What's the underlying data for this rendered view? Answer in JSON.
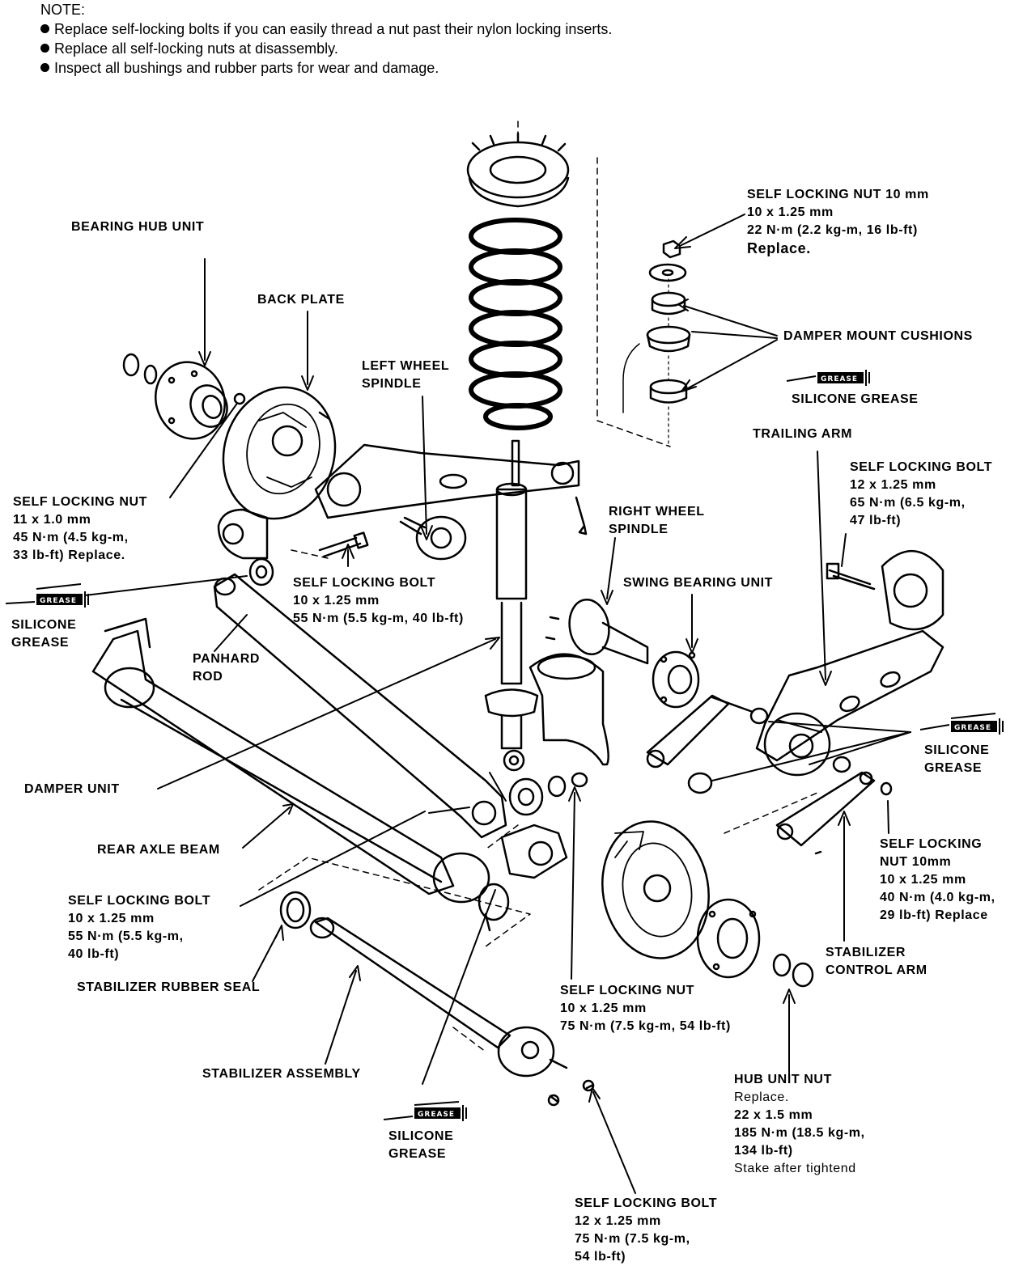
{
  "note": {
    "title": "NOTE:",
    "items": [
      "Replace self-locking bolts if you can easily thread a nut past their nylon locking inserts.",
      "Replace all self-locking nuts at disassembly.",
      "Inspect all bushings and rubber parts for wear and damage."
    ]
  },
  "grease_badge_text": "GREASE",
  "labels": {
    "bearing_hub_unit": [
      "BEARING HUB UNIT"
    ],
    "back_plate": [
      "BACK PLATE"
    ],
    "left_wheel_spindle": [
      "LEFT WHEEL",
      "SPINDLE"
    ],
    "self_locking_nut_10_top": [
      "SELF LOCKING NUT 10 mm",
      "10 x 1.25 mm",
      "22 N·m (2.2 kg-m, 16 lb-ft)",
      "Replace."
    ],
    "damper_mount_cushions": [
      "DAMPER MOUNT CUSHIONS"
    ],
    "silicone_grease_top_right": [
      "SILICONE GREASE"
    ],
    "trailing_arm": [
      "TRAILING ARM"
    ],
    "self_locking_bolt_12_right": [
      "SELF LOCKING BOLT",
      "12 x 1.25 mm",
      "65 N·m (6.5 kg-m,",
      "47 lb-ft)"
    ],
    "self_locking_nut_11": [
      "SELF LOCKING NUT",
      "11 x 1.0 mm",
      "45 N·m (4.5 kg-m,",
      "33 lb-ft) Replace."
    ],
    "right_wheel_spindle": [
      "RIGHT WHEEL",
      "SPINDLE"
    ],
    "self_locking_bolt_10_mid": [
      "SELF LOCKING BOLT",
      "10 x 1.25 mm",
      "55 N·m (5.5 kg-m, 40 lb-ft)"
    ],
    "swing_bearing_unit": [
      "SWING BEARING UNIT"
    ],
    "silicone_grease_left": [
      "SILICONE",
      "GREASE"
    ],
    "panhard_rod": [
      "PANHARD",
      "ROD"
    ],
    "silicone_grease_right": [
      "SILICONE",
      "GREASE"
    ],
    "damper_unit": [
      "DAMPER UNIT"
    ],
    "self_locking_nut_10mm_right": [
      "SELF LOCKING",
      "NUT 10mm",
      "10 x 1.25 mm",
      "40 N·m (4.0 kg-m,",
      "29 lb-ft) Replace"
    ],
    "rear_axle_beam": [
      "REAR AXLE BEAM"
    ],
    "self_locking_bolt_10_low": [
      "SELF LOCKING BOLT",
      "10 x 1.25 mm",
      "55 N·m (5.5 kg-m,",
      "40 lb-ft)"
    ],
    "stabilizer_control_arm": [
      "STABILIZER",
      "CONTROL ARM"
    ],
    "stabilizer_rubber_seal": [
      "STABILIZER RUBBER SEAL"
    ],
    "self_locking_nut_10_low": [
      "SELF LOCKING NUT",
      "10 x 1.25 mm",
      "75 N·m (7.5 kg-m, 54 lb-ft)"
    ],
    "stabilizer_assembly": [
      "STABILIZER ASSEMBLY"
    ],
    "hub_unit_nut": [
      "HUB UNIT NUT",
      "Replace.",
      "22 x 1.5 mm",
      "185 N·m (18.5 kg-m,",
      "134 lb-ft)",
      "Stake after tightend"
    ],
    "silicone_grease_bottom": [
      "SILICONE",
      "GREASE"
    ],
    "self_locking_bolt_12_bottom": [
      "SELF LOCKING BOLT",
      "12 x 1.25 mm",
      "75 N·m (7.5 kg-m,",
      "54 lb-ft)"
    ]
  }
}
